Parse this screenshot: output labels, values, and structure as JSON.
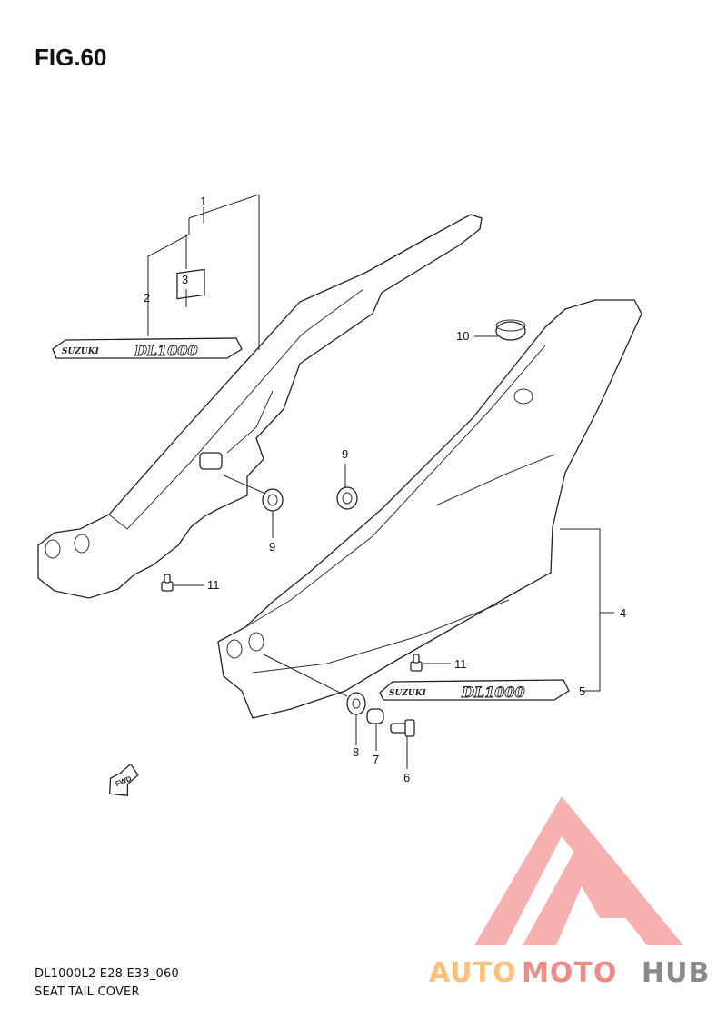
{
  "figure": {
    "title": "FIG.60",
    "code": "DL1000L2 E28 E33_060",
    "name": "SEAT TAIL COVER"
  },
  "callouts": [
    "1",
    "2",
    "3",
    "4",
    "5",
    "6",
    "7",
    "8",
    "9",
    "9",
    "10",
    "11",
    "11"
  ],
  "emblem": {
    "brand": "SUZUKI",
    "model": "DL1000"
  },
  "arrow": {
    "label": "FWD"
  },
  "watermark": {
    "part1": "AUTO",
    "part2": "MOTO",
    "part3": "HUB",
    "colors": {
      "auto": "#f9c27a",
      "moto": "#f08a88",
      "hub": "#8a8a8a",
      "logo": "#f5a3a3"
    }
  }
}
